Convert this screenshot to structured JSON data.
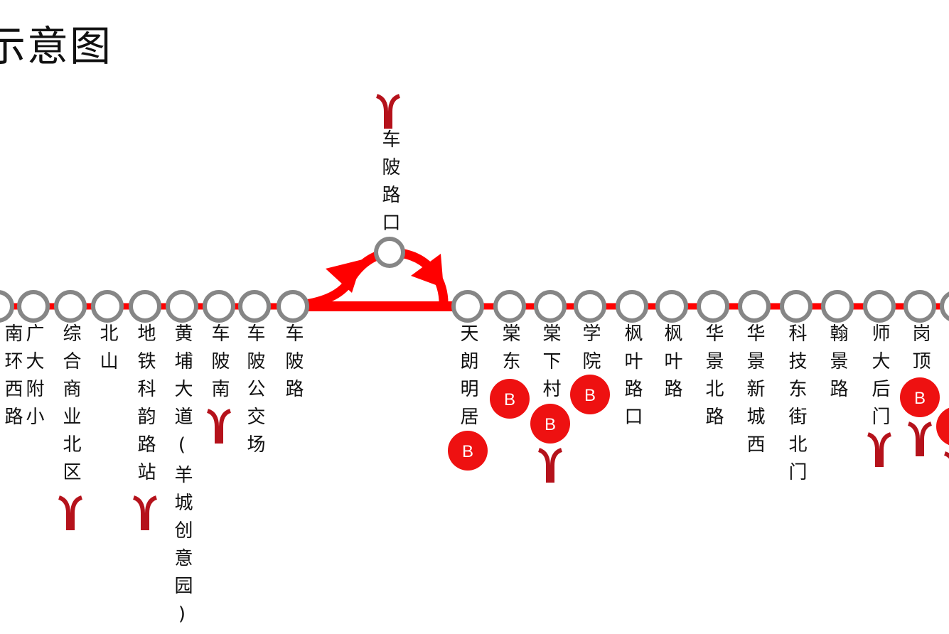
{
  "title": "示意图",
  "colors": {
    "line": "#ff0000",
    "station_ring": "#868686",
    "bus_badge": "#ee1111",
    "metro_icon": "#b5121b"
  },
  "loop_station": {
    "name": "车陂路口",
    "metro": true
  },
  "stations": [
    {
      "name": "南环西路",
      "metro": false,
      "bus": false
    },
    {
      "name": "广大附小",
      "metro": false,
      "bus": false
    },
    {
      "name": "综合商业北区",
      "metro": true,
      "bus": false
    },
    {
      "name": "北山",
      "metro": false,
      "bus": false
    },
    {
      "name": "地铁科韵路站",
      "metro": true,
      "bus": false
    },
    {
      "name": "黄埔大道(羊城创意园)",
      "metro": false,
      "bus": false
    },
    {
      "name": "车陂南",
      "metro": true,
      "bus": false
    },
    {
      "name": "车陂公交场",
      "metro": false,
      "bus": false
    },
    {
      "name": "车陂路",
      "metro": false,
      "bus": false
    },
    {
      "name": "天朗明居",
      "metro": false,
      "bus": true
    },
    {
      "name": "棠东",
      "metro": false,
      "bus": true
    },
    {
      "name": "棠下村",
      "metro": true,
      "bus": true
    },
    {
      "name": "学院",
      "metro": false,
      "bus": true
    },
    {
      "name": "枫叶路口",
      "metro": false,
      "bus": false
    },
    {
      "name": "枫叶路",
      "metro": false,
      "bus": false
    },
    {
      "name": "华景北路",
      "metro": false,
      "bus": false
    },
    {
      "name": "华景新城西",
      "metro": false,
      "bus": false
    },
    {
      "name": "科技东街北门",
      "metro": false,
      "bus": false
    },
    {
      "name": "翰景路",
      "metro": false,
      "bus": false
    },
    {
      "name": "师大后门",
      "metro": true,
      "bus": false
    },
    {
      "name": "岗顶",
      "metro": true,
      "bus": true
    },
    {
      "name": "",
      "metro": true,
      "bus": true
    }
  ],
  "bus_badge_label": "B",
  "icons": {
    "metro": "guangzhou-metro-logo-icon",
    "bus": "brt-bus-badge-icon"
  }
}
